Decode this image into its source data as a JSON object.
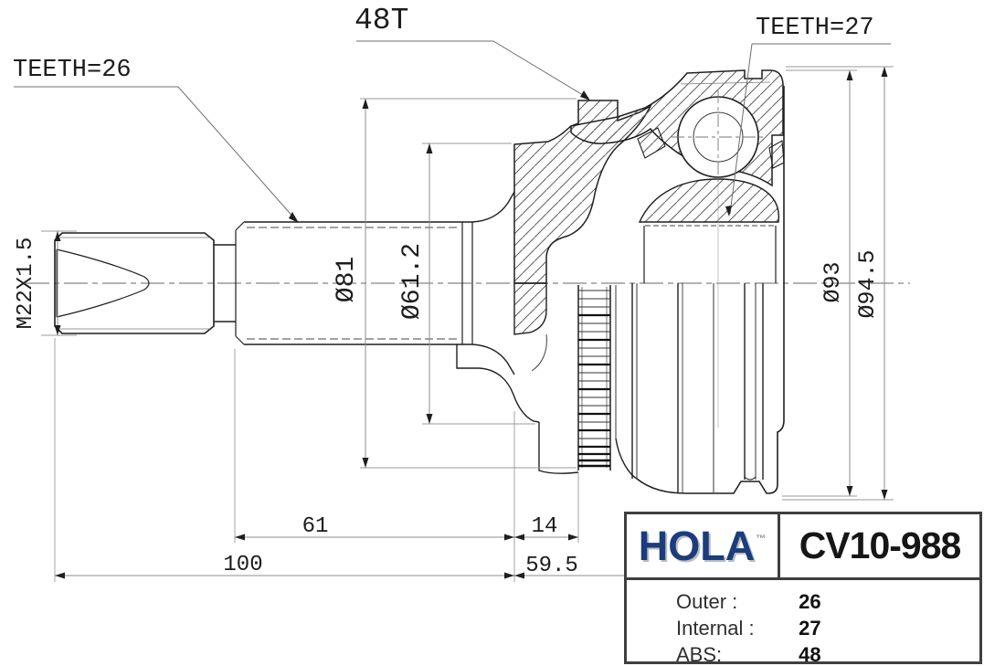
{
  "drawing": {
    "labels": {
      "teeth_outer": "TEETH=26",
      "abs_ring": "48T",
      "teeth_inner": "TEETH=27"
    },
    "dimensions": {
      "thread": "M22X1.5",
      "dia_spline_ring": "Ø81",
      "dia_joint": "Ø61.2",
      "dia_body": "Ø93",
      "dia_outer": "Ø94.5",
      "len_spline": "61",
      "len_ring": "14",
      "len_shaft": "100",
      "len_body": "59.5"
    }
  },
  "title_block": {
    "brand": "HOLA",
    "trademark": "™",
    "part_number": "CV10-988",
    "specs": [
      {
        "label": "Outer :",
        "value": "26"
      },
      {
        "label": "Internal :",
        "value": "27"
      },
      {
        "label": "ABS:",
        "value": "48"
      }
    ]
  },
  "colors": {
    "brand_navy": "#1c3c7c",
    "line_dark": "#1f1f1f",
    "dim_gray": "#8c8c8c"
  }
}
